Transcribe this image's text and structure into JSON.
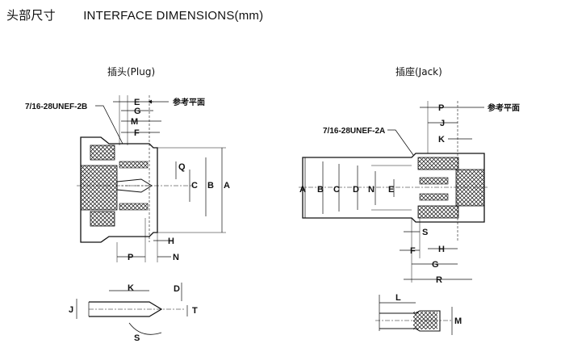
{
  "header": {
    "title_cn": "头部尺寸",
    "title_en": "INTERFACE DIMENSIONS(mm)"
  },
  "plug": {
    "title": "插头(Plug)",
    "thread": "7/16-28UNEF-2B",
    "ref_plane": "参考平面",
    "dims": {
      "E": "E",
      "G": "G",
      "M": "M",
      "F": "F",
      "Q": "Q",
      "C": "C",
      "B": "B",
      "A": "A",
      "H": "H",
      "P": "P",
      "N": "N"
    },
    "detail_dims": {
      "J": "J",
      "K": "K",
      "D": "D",
      "T": "T",
      "S": "S"
    }
  },
  "jack": {
    "title": "插座(Jack)",
    "thread": "7/16-28UNEF-2A",
    "ref_plane": "参考平面",
    "dims": {
      "P": "P",
      "J": "J",
      "K": "K",
      "A": "A",
      "B": "B",
      "C": "C",
      "D": "D",
      "N": "N",
      "E": "E",
      "S": "S",
      "F": "F",
      "H": "H",
      "G": "G",
      "R": "R"
    },
    "detail_dims": {
      "L": "L",
      "M": "M"
    }
  }
}
